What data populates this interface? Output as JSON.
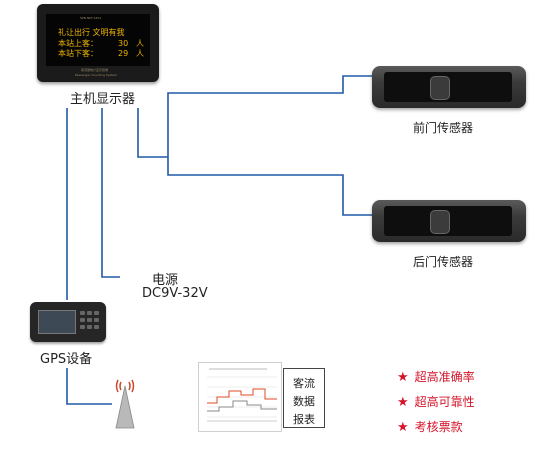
{
  "display": {
    "title": "主机显示器",
    "model": "SPB-NET-S301",
    "line1": "礼让出行 文明有我",
    "line2_label": "本站上客：",
    "line2_value": "30",
    "line2_unit": "人",
    "line3_label": "本站下客：",
    "line3_value": "29",
    "line3_unit": "人",
    "footer1": "客流量统计显示终端",
    "footer2": "Passenger Counting System"
  },
  "sensors": {
    "front": "前门传感器",
    "rear": "后门传感器"
  },
  "power": {
    "label": "电源",
    "spec": "DC9V-32V"
  },
  "gps": {
    "label": "GPS设备"
  },
  "report": {
    "line1": "客流",
    "line2": "数据",
    "line3": "报表"
  },
  "features": [
    "超高准确率",
    "超高可靠性",
    "考核票款"
  ],
  "colors": {
    "line": "#1f5aa6",
    "star": "#d4142a",
    "screen_text": "#f0b500"
  }
}
